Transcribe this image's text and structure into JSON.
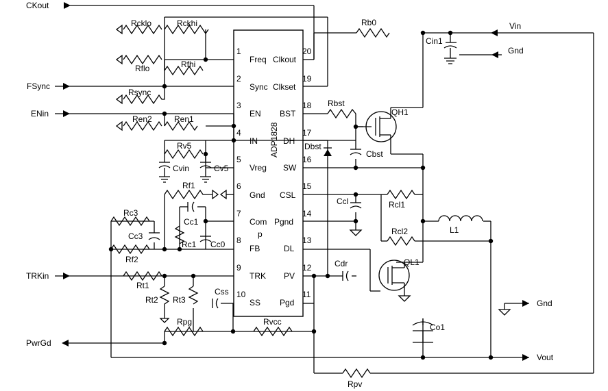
{
  "chip": {
    "name": "ADP1828",
    "pins": [
      {
        "num": "1",
        "name": "Freq"
      },
      {
        "num": "2",
        "name": "Sync"
      },
      {
        "num": "3",
        "name": "EN"
      },
      {
        "num": "4",
        "name": "IN"
      },
      {
        "num": "5",
        "name": "Vreg"
      },
      {
        "num": "6",
        "name": "Gnd"
      },
      {
        "num": "7",
        "name": "Com"
      },
      {
        "num": "8",
        "name": "FB"
      },
      {
        "num": "9",
        "name": "TRK"
      },
      {
        "num": "10",
        "name": "SS"
      },
      {
        "num": "20",
        "name": "Clkout"
      },
      {
        "num": "19",
        "name": "Clkset"
      },
      {
        "num": "18",
        "name": "BST"
      },
      {
        "num": "17",
        "name": "DH"
      },
      {
        "num": "16",
        "name": "SW"
      },
      {
        "num": "15",
        "name": "CSL"
      },
      {
        "num": "14",
        "name": "Pgnd"
      },
      {
        "num": "13",
        "name": "DL"
      },
      {
        "num": "12",
        "name": "PV"
      },
      {
        "num": "11",
        "name": "Pgd"
      }
    ],
    "com_suffix": "p"
  },
  "ports": {
    "ckout": "CKout",
    "fsync": "FSync",
    "enin": "ENin",
    "trkin": "TRKin",
    "pwrgd": "PwrGd",
    "vin": "Vin",
    "gnd_top": "Gnd",
    "gnd_right": "Gnd",
    "vout": "Vout"
  },
  "components": {
    "rcklo": "Rcklo",
    "rckhi": "Rckhi",
    "rflo": "Rflo",
    "rfhi": "Rfhi",
    "rsync": "Rsync",
    "ren2": "Ren2",
    "ren1": "Ren1",
    "rv5": "Rv5",
    "cvin": "Cvin",
    "cv5": "Cv5",
    "rf1": "Rf1",
    "cc1": "Cc1",
    "rc3": "Rc3",
    "cc3": "Cc3",
    "rc1": "Rc1",
    "cc0": "Cc0",
    "rf2": "Rf2",
    "rt1": "Rt1",
    "rt2": "Rt2",
    "rt3": "Rt3",
    "css": "Css",
    "rpg": "Rpg",
    "rvcc": "Rvcc",
    "rb0": "Rb0",
    "cin1": "Cin1",
    "rbst": "Rbst",
    "cbst": "Cbst",
    "dbst": "Dbst",
    "qh1": "QH1",
    "ccl": "Ccl",
    "rcl1": "Rcl1",
    "rcl2": "Rcl2",
    "l1": "L1",
    "ql1": "QL1",
    "cdr": "Cdr",
    "co1": "Co1",
    "rpv": "Rpv"
  }
}
